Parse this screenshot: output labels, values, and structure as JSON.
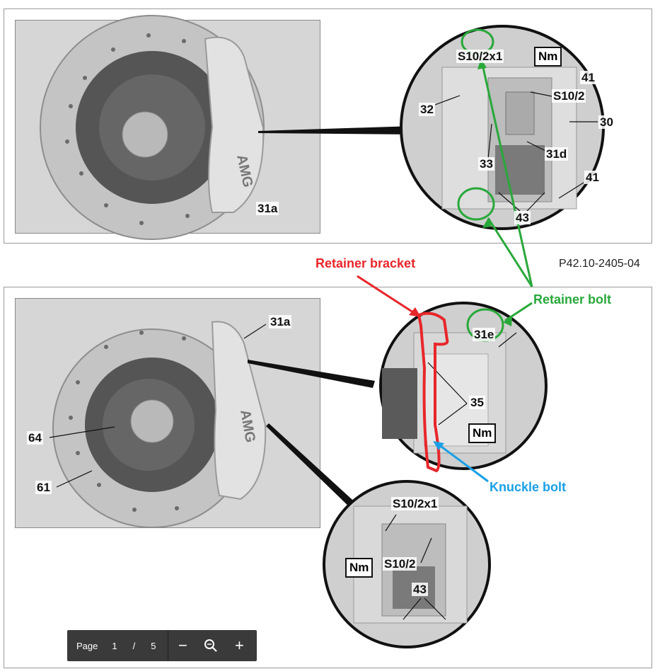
{
  "figure_code": "P42.10-2405-04",
  "top_panel": {
    "labels": {
      "caliper": "31a",
      "s10_2x1": "S10/2x1",
      "nm": "Nm",
      "l41_upper": "41",
      "s10_2": "S10/2",
      "l32": "32",
      "l30": "30",
      "l33": "33",
      "l31d": "31d",
      "l41_lower": "41",
      "l43": "43"
    }
  },
  "bottom_panel": {
    "labels": {
      "caliper": "31a",
      "l64": "64",
      "l61": "61",
      "l31e": "31e",
      "l35": "35",
      "nm_upper": "Nm",
      "s10_2x1": "S10/2x1",
      "nm_lower": "Nm",
      "s10_2": "S10/2",
      "l43": "43"
    }
  },
  "annotations": {
    "retainer_bracket": "Retainer bracket",
    "retainer_bolt": "Retainer bolt",
    "knuckle_bolt": "Knuckle bolt"
  },
  "colors": {
    "red": "#e8262b",
    "green": "#29a83a",
    "blue": "#1aa0e6"
  },
  "pager": {
    "page_label": "Page",
    "current": "1",
    "separator": "/",
    "total": "5",
    "zoom_out_icon": "minus-icon",
    "zoom_fit_icon": "magnifier-icon",
    "zoom_in_icon": "plus-icon"
  }
}
